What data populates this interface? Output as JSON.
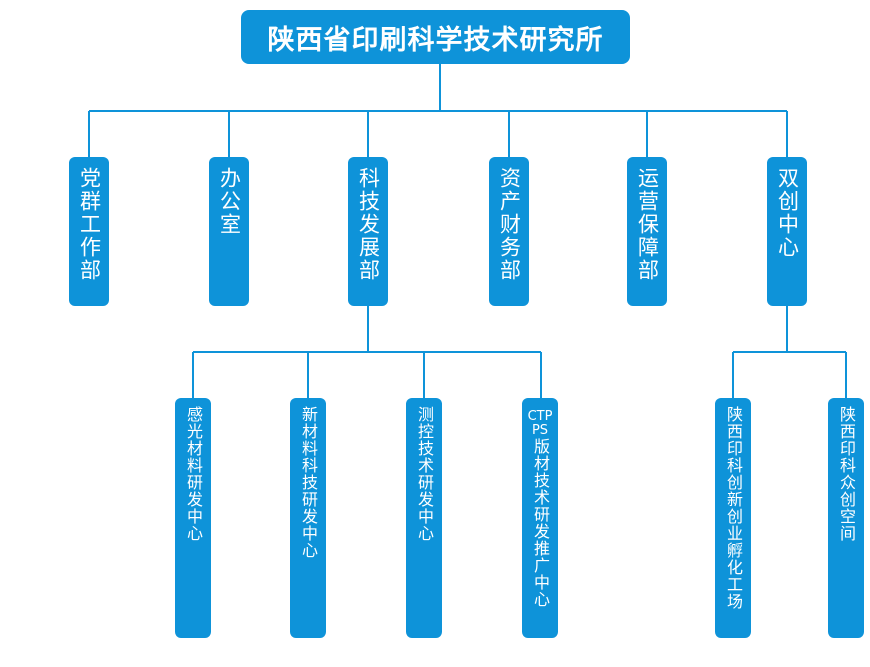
{
  "org_chart": {
    "root": {
      "label": "陕西省印刷科学技术研究所"
    },
    "departments": [
      {
        "label": "党群工作部"
      },
      {
        "label": "办公室"
      },
      {
        "label": "科技发展部"
      },
      {
        "label": "资产财务部"
      },
      {
        "label": "运营保障部"
      },
      {
        "label": "双创中心"
      }
    ],
    "tech_centers": [
      {
        "label": "感光材料研发中心"
      },
      {
        "label": "新材料科技研发中心"
      },
      {
        "label": "测控技术研发中心"
      },
      {
        "label": "CTP PS版材技术研发推广中心",
        "latin_line1": "CTP",
        "latin_line2": "PS",
        "cjk_part": "版材技术研发推广中心"
      }
    ],
    "innovation_units": [
      {
        "label": "陕西印科创新创业孵化工场"
      },
      {
        "label": "陕西印科众创空间"
      }
    ]
  },
  "colors": {
    "box": "#0e93d9",
    "line": "#0e93d9",
    "text": "#ffffff"
  }
}
